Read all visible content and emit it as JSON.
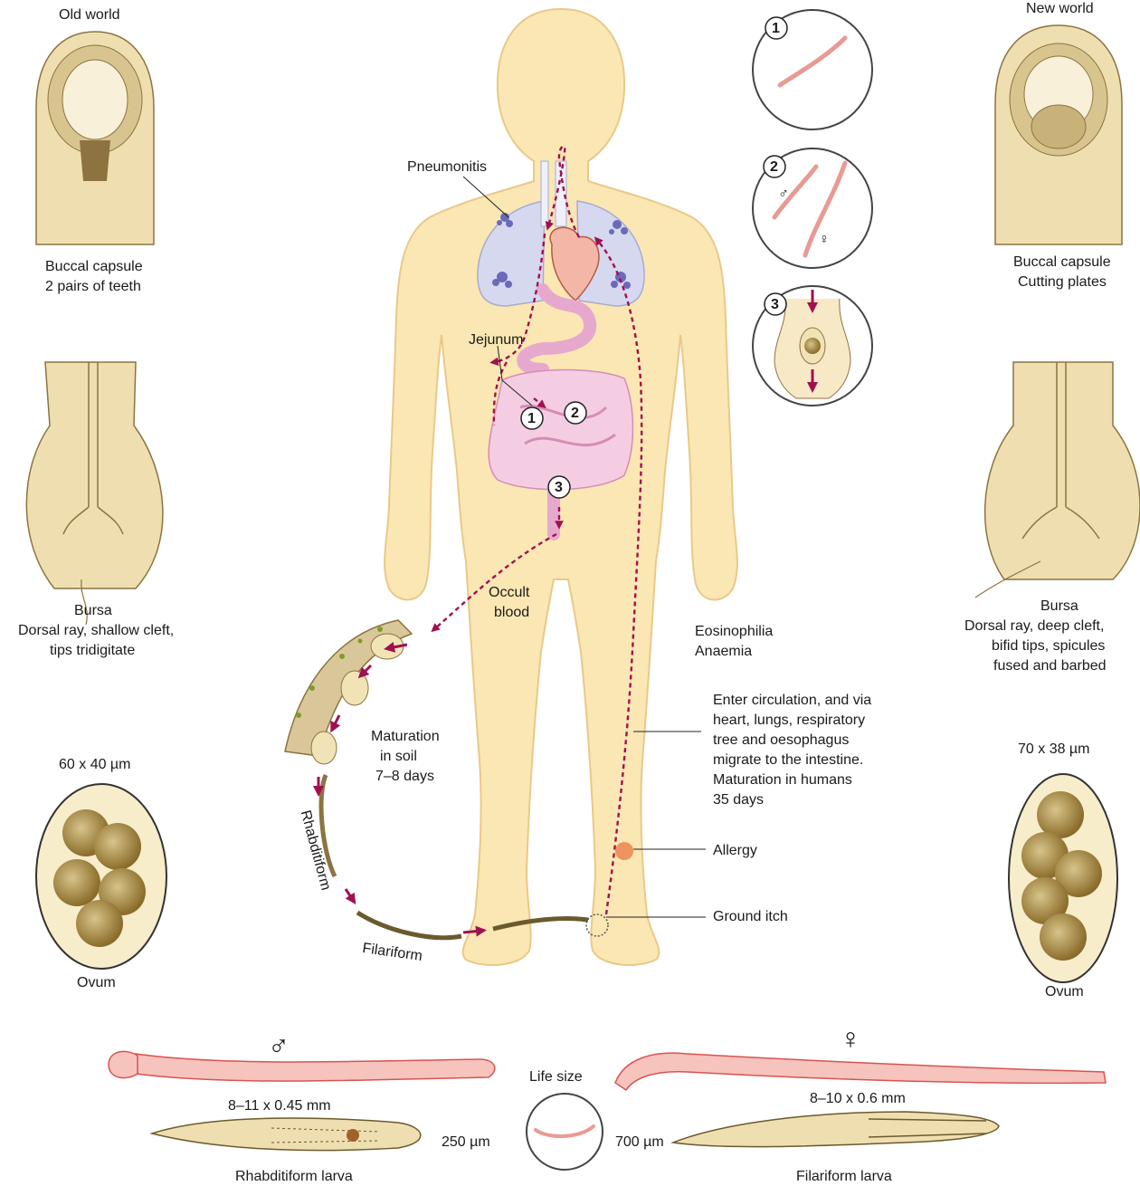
{
  "old_world": {
    "heading": "Old world",
    "buccal_caption": "Buccal capsule",
    "buccal_detail": "2 pairs of teeth",
    "bursa_caption": "Bursa",
    "bursa_detail_1": "Dorsal ray, shallow cleft,",
    "bursa_detail_2": "tips tridigitate",
    "ovum_size": "60 x 40 µm",
    "ovum_caption": "Ovum"
  },
  "new_world": {
    "heading": "New world",
    "buccal_caption": "Buccal capsule",
    "buccal_detail": "Cutting plates",
    "bursa_caption": "Bursa",
    "bursa_detail_1": "Dorsal ray, deep cleft,",
    "bursa_detail_2": "bifid tips, spicules",
    "bursa_detail_3": "fused and barbed",
    "ovum_size": "70 x 38 µm",
    "ovum_caption": "Ovum"
  },
  "body_labels": {
    "pneumonitis": "Pneumonitis",
    "jejunum": "Jejunum",
    "occult_1": "Occult",
    "occult_2": "blood",
    "eosinophilia": "Eosinophilia",
    "anaemia": "Anaemia",
    "maturation_1": "Maturation",
    "maturation_2": "in soil",
    "maturation_3": "7–8 days",
    "circulation_1": "Enter circulation, and via",
    "circulation_2": "heart, lungs, respiratory",
    "circulation_3": "tree and oesophagus",
    "circulation_4": "migrate to the intestine.",
    "circulation_5": "Maturation in humans",
    "circulation_6": "35 days",
    "allergy": "Allergy",
    "ground_itch": "Ground itch",
    "rhabditiform": "Rhabditiform",
    "filariform": "Filariform"
  },
  "markers": [
    "1",
    "2",
    "3"
  ],
  "sex_symbols": {
    "male": "♂",
    "female": "♀"
  },
  "bottom": {
    "male_size": "8–11 x 0.45 mm",
    "female_size": "8–10 x 0.6 mm",
    "life_size": "Life size",
    "rhabditiform_length": "250 µm",
    "filariform_length": "700 µm",
    "rhabditiform_caption": "Rhabditiform larva",
    "filariform_caption": "Filariform larva"
  },
  "colors": {
    "skin": "#fbe7b3",
    "skin_outline": "#e8c98a",
    "lung": "#d5d8ef",
    "gut": "#f4cde3",
    "path": "#a01050",
    "worm": "#f6c3bd",
    "worm_edge": "#d9534f",
    "egg": "#a08238",
    "tan": "#d9c79a"
  }
}
